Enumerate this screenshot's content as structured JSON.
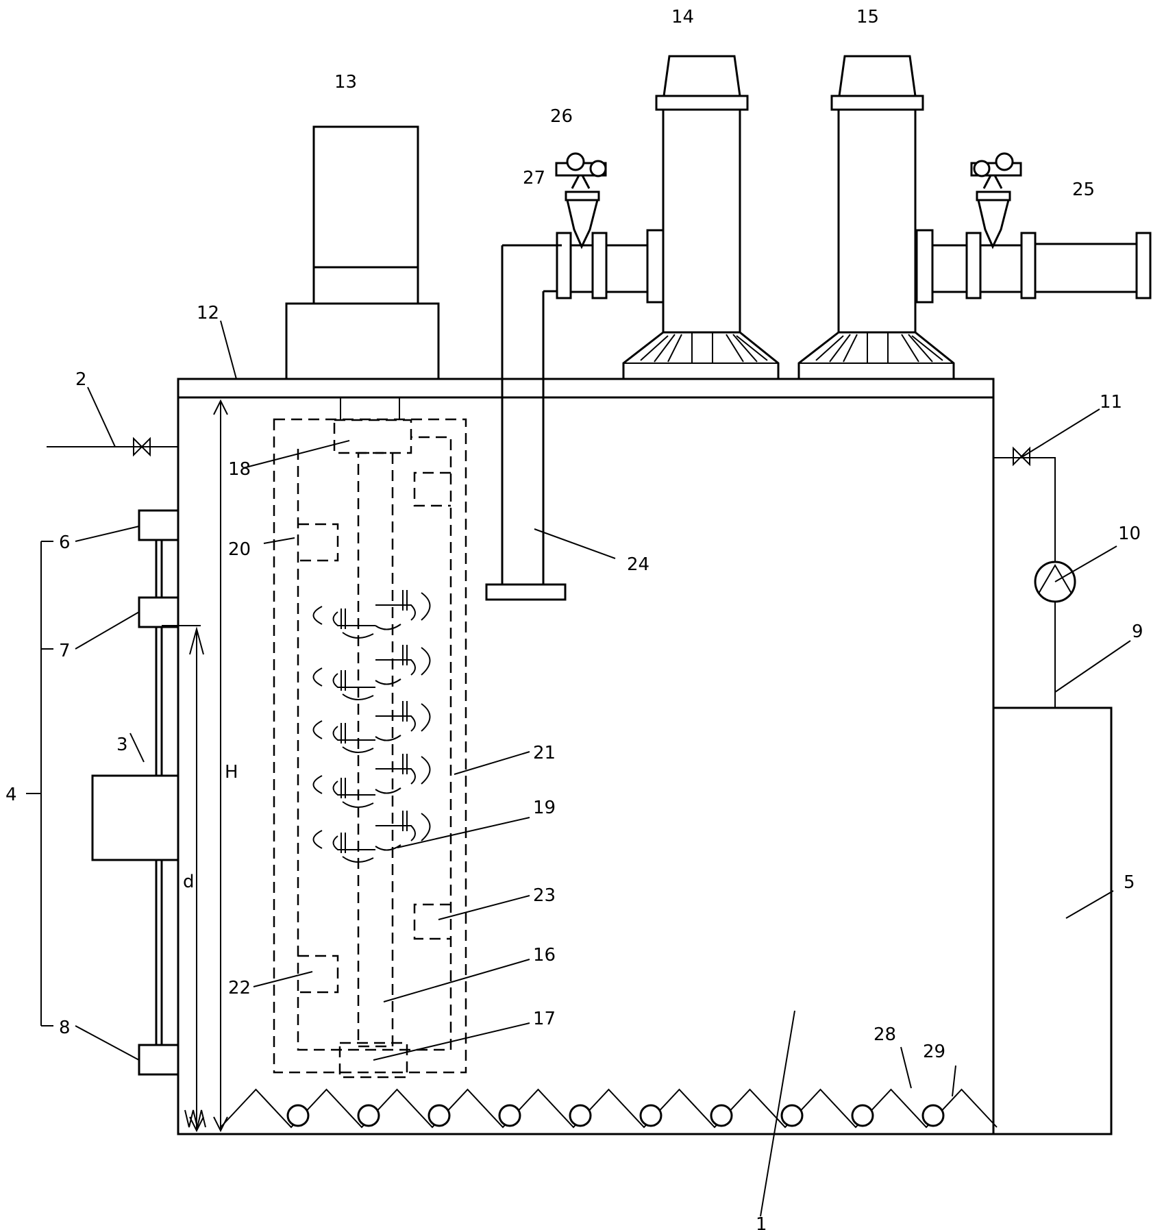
{
  "labels": {
    "l1": "1",
    "l2": "2",
    "l3": "3",
    "l4": "4",
    "l5": "5",
    "l6": "6",
    "l7": "7",
    "l8": "8",
    "l9": "9",
    "l10": "10",
    "l11": "11",
    "l12": "12",
    "l13": "13",
    "l14": "14",
    "l15": "15",
    "l16": "16",
    "l17": "17",
    "l18": "18",
    "l19": "19",
    "l20": "20",
    "l21": "21",
    "l22": "22",
    "l23": "23",
    "l24": "24",
    "l25": "25",
    "l26": "26",
    "l27": "27",
    "l28": "28",
    "l29": "29"
  },
  "dimensions": {
    "height": "H",
    "depth": "d"
  }
}
